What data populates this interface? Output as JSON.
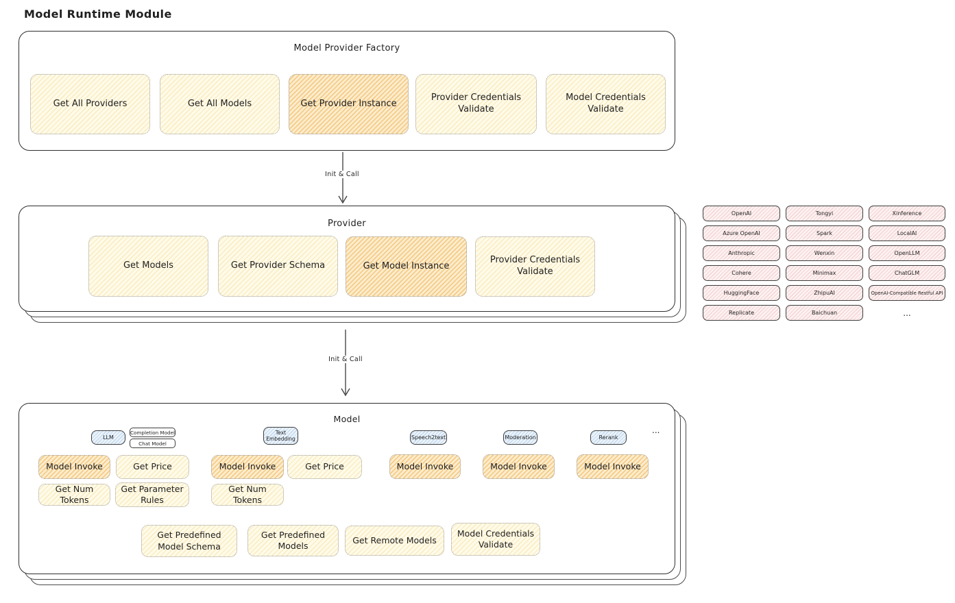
{
  "page": {
    "title": "Model Runtime Module"
  },
  "colors": {
    "outline": "#2e2e2e",
    "node_fill": "#fffbe9",
    "node_hatch": "#f0cd73",
    "highlight_fill": "#fcedcd",
    "highlight_hatch": "#eea640",
    "provider_pill_fill": "#fdf2f2",
    "provider_pill_hatch": "#e19696",
    "type_tag_fill": "#edf4fb",
    "type_tag_hatch": "#78aad7"
  },
  "factory": {
    "title": "Model Provider Factory",
    "buttons": [
      {
        "label": "Get All Providers"
      },
      {
        "label": "Get All Models"
      },
      {
        "label": "Get Provider Instance"
      },
      {
        "label": "Provider Credentials Validate"
      },
      {
        "label": "Model Credentials Validate"
      }
    ]
  },
  "arrows": {
    "first": "Init & Call",
    "second": "Init & Call"
  },
  "provider": {
    "title": "Provider",
    "buttons": [
      {
        "label": "Get Models"
      },
      {
        "label": "Get Provider Schema"
      },
      {
        "label": "Get Model Instance"
      },
      {
        "label": "Provider Credentials Validate"
      }
    ]
  },
  "providers": {
    "items": [
      "OpenAI",
      "Tongyi",
      "Xinference",
      "Azure OpenAI",
      "Spark",
      "LocalAI",
      "Anthropic",
      "Wenxin",
      "OpenLLM",
      "Cohere",
      "Minimax",
      "ChatGLM",
      "HuggingFace",
      "ZhipuAI",
      "OpenAI-Compatible Restful API",
      "Replicate",
      "Baichuan"
    ],
    "more": "..."
  },
  "model": {
    "title": "Model",
    "type_tags": {
      "llm": "LLM",
      "completion": "Completion Model",
      "chat": "Chat Model",
      "text_embedding": "Text Embedding",
      "speech2text": "Speech2text",
      "moderation": "Moderation",
      "rerank": "Rerank",
      "more": "..."
    },
    "llm_group": {
      "invoke": "Model Invoke",
      "get_price": "Get Price",
      "get_num_tokens": "Get Num Tokens",
      "get_parameter_rules": "Get Parameter Rules"
    },
    "embedding_group": {
      "invoke": "Model Invoke",
      "get_price": "Get Price",
      "get_num_tokens": "Get Num Tokens"
    },
    "speech2text_group": {
      "invoke": "Model Invoke"
    },
    "moderation_group": {
      "invoke": "Model Invoke"
    },
    "rerank_group": {
      "invoke": "Model Invoke"
    },
    "bottom_buttons": [
      {
        "label": "Get Predefined Model Schema"
      },
      {
        "label": "Get Predefined Models"
      },
      {
        "label": "Get Remote Models"
      },
      {
        "label": "Model Credentials Validate"
      }
    ]
  }
}
